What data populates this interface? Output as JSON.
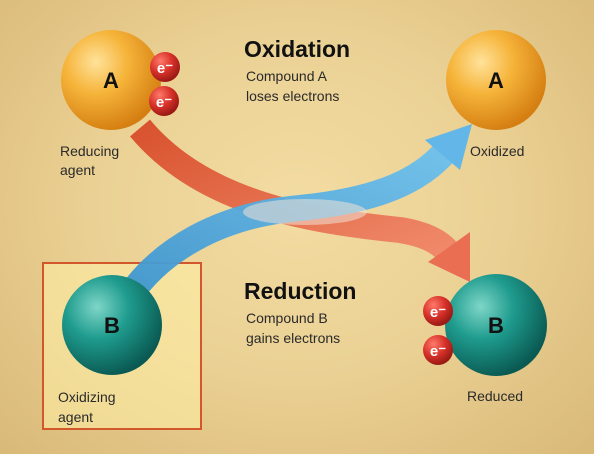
{
  "oxidation": {
    "title": "Oxidation",
    "line1": "Compound A",
    "line2": "loses electrons"
  },
  "reduction": {
    "title": "Reduction",
    "line1": "Compound B",
    "line2": "gains electrons"
  },
  "compound_a": {
    "letter": "A",
    "left_label_1": "Reducing",
    "left_label_2": "agent",
    "right_label": "Oxidized"
  },
  "compound_b": {
    "letter": "B",
    "left_label_1": "Oxidizing",
    "left_label_2": "agent",
    "right_label": "Reduced"
  },
  "electron_symbol": "e⁻",
  "colors": {
    "compound_a": "#f2a22a",
    "compound_b": "#1f8f83",
    "electron": "#d8322a",
    "oxidation_arrow": "#4ea6dc",
    "reduction_arrow": "#e86a4e",
    "highlight_border": "#d2582c"
  }
}
